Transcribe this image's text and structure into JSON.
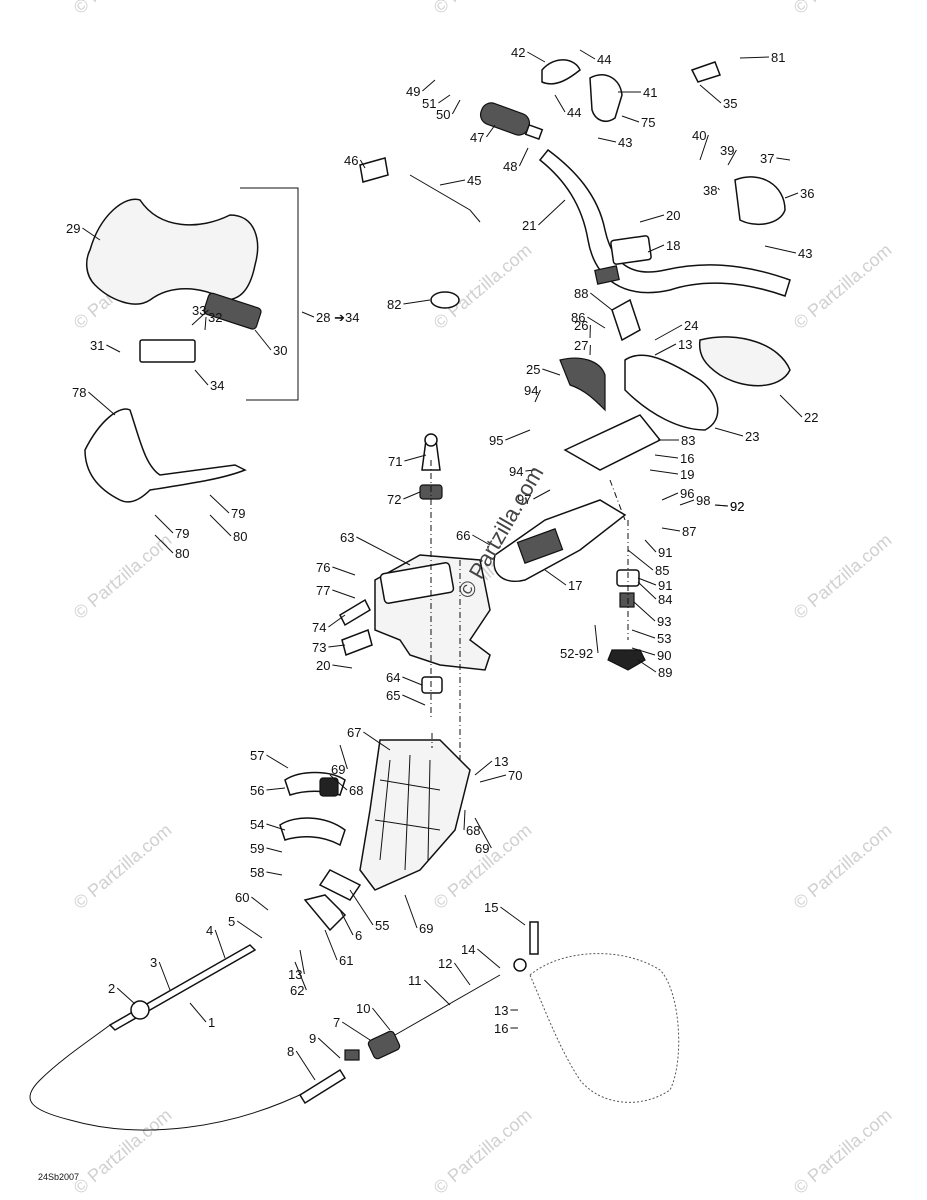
{
  "diagram_id": "24Sb2007",
  "watermark": "© Partzilla.com",
  "callouts": [
    "1",
    "2",
    "3",
    "4",
    "5",
    "6",
    "7",
    "8",
    "9",
    "10",
    "11",
    "12",
    "13",
    "14",
    "15",
    "16",
    "17",
    "18",
    "19",
    "20",
    "21",
    "22",
    "23",
    "24",
    "25",
    "26",
    "27",
    "28 ➔34",
    "29",
    "30",
    "31",
    "32",
    "33",
    "34",
    "35",
    "36",
    "37",
    "38",
    "39",
    "40",
    "41",
    "42",
    "43",
    "44",
    "45",
    "46",
    "47",
    "48",
    "49",
    "50",
    "51",
    "52-92",
    "53",
    "54",
    "55",
    "56",
    "57",
    "58",
    "59",
    "60",
    "61",
    "62",
    "63",
    "64",
    "65",
    "66",
    "67",
    "68",
    "69",
    "70",
    "71",
    "72",
    "73",
    "74",
    "75",
    "76",
    "77",
    "78",
    "79",
    "80",
    "81",
    "82",
    "83",
    "84",
    "85",
    "86",
    "87",
    "88",
    "89",
    "90",
    "91",
    "92",
    "93",
    "94",
    "95",
    "96",
    "97",
    "98"
  ]
}
